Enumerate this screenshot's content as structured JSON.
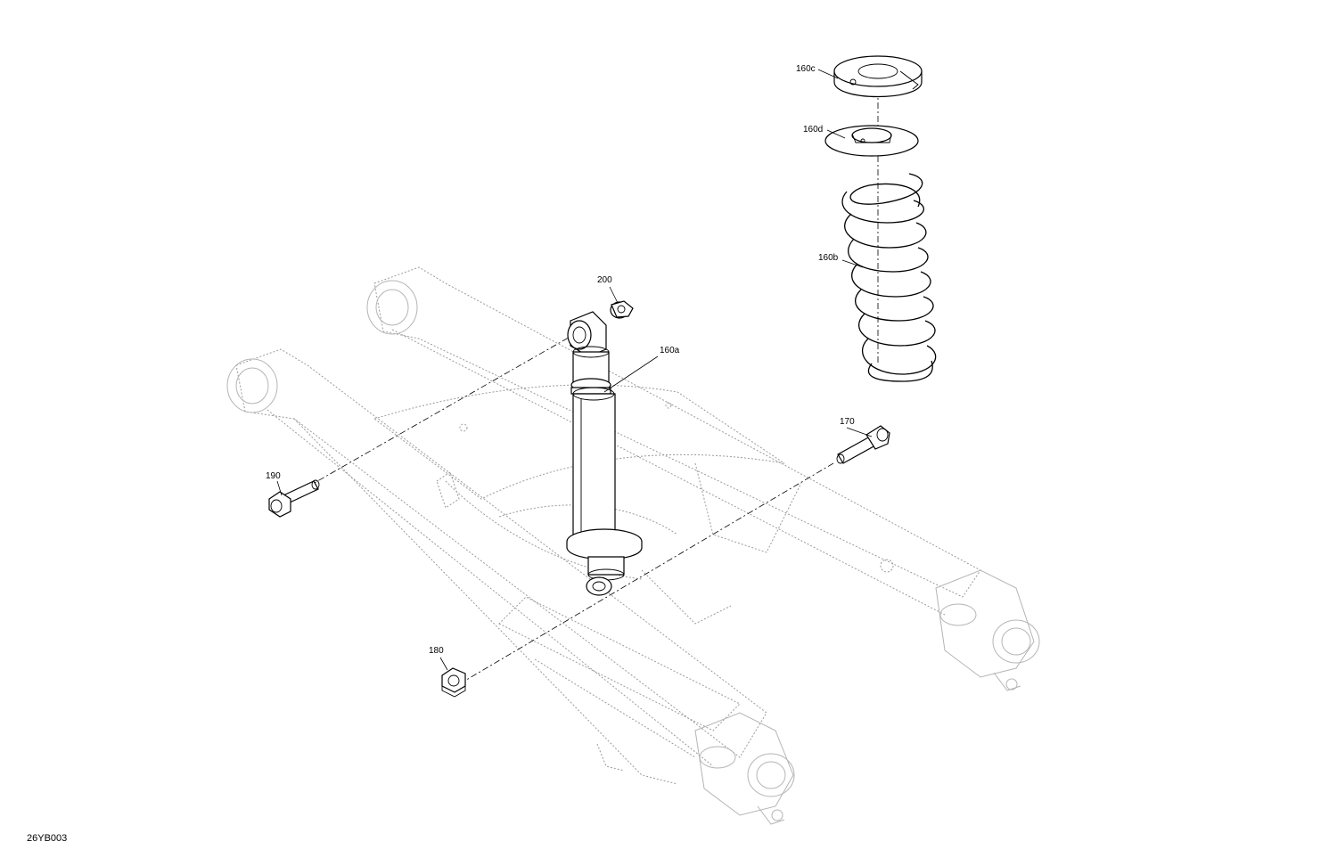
{
  "diagram": {
    "reference_code": "26YB003",
    "callouts": [
      {
        "id": "160c",
        "label": "160c"
      },
      {
        "id": "160d",
        "label": "160d"
      },
      {
        "id": "160b",
        "label": "160b"
      },
      {
        "id": "200",
        "label": "200"
      },
      {
        "id": "160a",
        "label": "160a"
      },
      {
        "id": "170",
        "label": "170"
      },
      {
        "id": "190",
        "label": "190"
      },
      {
        "id": "180",
        "label": "180"
      }
    ]
  }
}
